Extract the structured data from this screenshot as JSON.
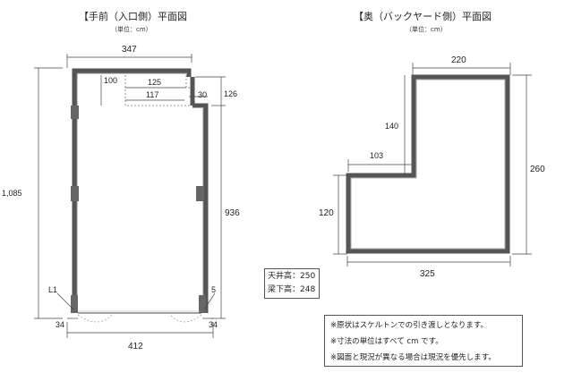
{
  "left_plan": {
    "title": "【手前（入口側）平面図",
    "unit": "（単位：cm）",
    "dims": {
      "width_top": "347",
      "width_bottom": "412",
      "height_total": "1,085",
      "height_lower": "936",
      "step_depth": "126",
      "step_width": "30",
      "inner_depth": "100",
      "inner_w1": "125",
      "inner_w2": "117",
      "left_bottom_offset": "34",
      "right_bottom_offset": "34",
      "left_label": "L1",
      "right_label": "5"
    }
  },
  "right_plan": {
    "title": "【奥（バックヤード側）平面図",
    "unit": "（単位：cm）",
    "dims": {
      "top_width": "220",
      "right_height": "260",
      "step_height": "140",
      "step_width": "103",
      "left_height": "120",
      "bottom_width": "325"
    }
  },
  "ceiling": {
    "line1": "天井高：250",
    "line2": "梁下高：248"
  },
  "notes": [
    "※原状はスケルトンでの引き渡しとなります。",
    "※寸法の単位はすべて cm です。",
    "※図面と現況が異なる場合は現況を優先します。"
  ]
}
